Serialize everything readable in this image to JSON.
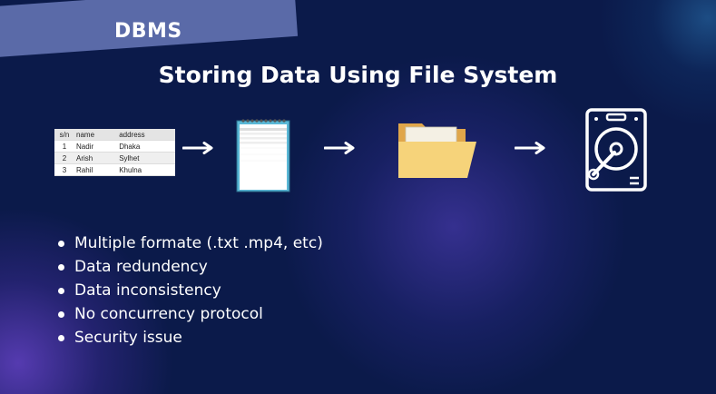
{
  "banner": {
    "label": "DBMS"
  },
  "title": "Storing Data Using File System",
  "table": {
    "headers": [
      "s/n",
      "name",
      "address"
    ],
    "rows": [
      [
        "1",
        "Nadir",
        "Dhaka"
      ],
      [
        "2",
        "Arish",
        "Sylhet"
      ],
      [
        "3",
        "Rahil",
        "Khulna"
      ]
    ]
  },
  "icons": {
    "arrow": "right-arrow-icon",
    "notepad": "notepad-icon",
    "folder": "folder-icon",
    "disk": "hard-disk-icon"
  },
  "bullets": [
    "Multiple formate (.txt .mp4, etc)",
    "Data redundency",
    "Data inconsistency",
    "No concurrency protocol",
    "Security issue"
  ],
  "colors": {
    "background": "#0b1a4a",
    "banner": "#5a6aa8",
    "folder": "#f6d37a",
    "text": "#ffffff"
  }
}
